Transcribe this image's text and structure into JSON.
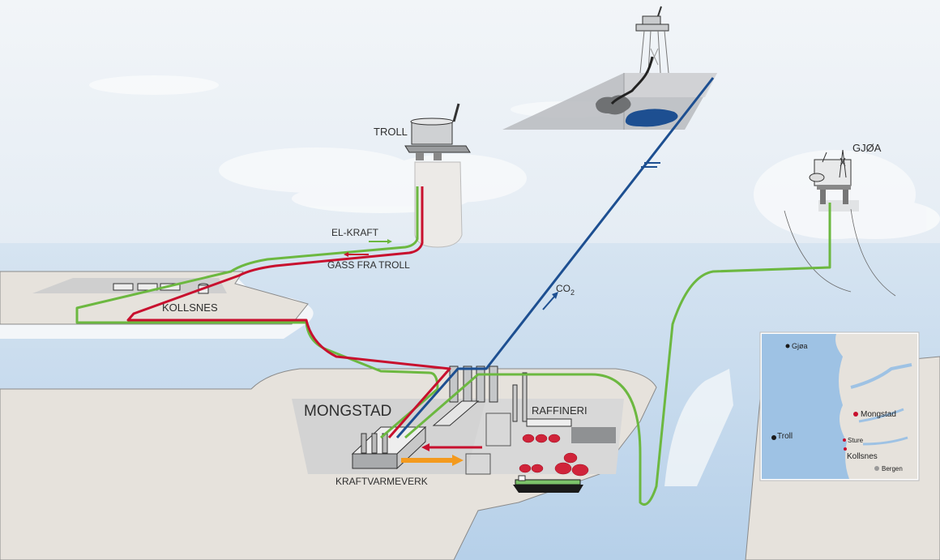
{
  "title": "Mongstad energy and CO2 system overview",
  "labels": {
    "troll": "TROLL",
    "gjoa": "GJØA",
    "kollsnes": "KOLLSNES",
    "mongstad": "MONGSTAD",
    "raffineri": "RAFFINERI",
    "kraftvarmeverk": "KRAFTVARMEVERK",
    "el_kraft": "EL-KRAFT",
    "gass_fra_troll": "GASS FRA TROLL",
    "co2_main": "CO",
    "co2_sub": "2"
  },
  "inset_map": {
    "places": [
      {
        "name": "Gjøa",
        "type": "field"
      },
      {
        "name": "Troll",
        "type": "field"
      },
      {
        "name": "Mongstad",
        "type": "facility"
      },
      {
        "name": "Sture",
        "type": "facility"
      },
      {
        "name": "Kollsnes",
        "type": "facility"
      },
      {
        "name": "Bergen",
        "type": "city"
      }
    ]
  },
  "colors": {
    "sky": "#e8eff6",
    "sea": "#c2d8ec",
    "sea_deep": "#9fc3e4",
    "land": "#e6e2dc",
    "facility_area": "#d2d2d2",
    "power_line": "#6cb840",
    "gas_line": "#c8102e",
    "co2_line": "#1d4f91",
    "heat_arrow": "#f39a1e",
    "storage_blob": "#1d4f91",
    "tank": "#d0243a"
  }
}
